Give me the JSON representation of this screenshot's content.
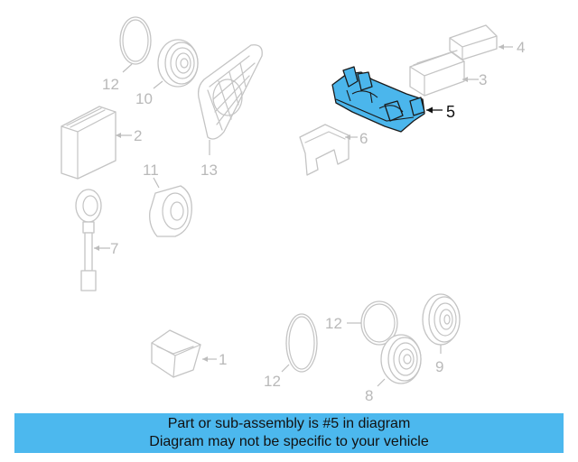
{
  "diagram": {
    "callouts": {
      "c1": "1",
      "c2": "2",
      "c3": "3",
      "c4": "4",
      "c5": "5",
      "c6": "6",
      "c7": "7",
      "c8": "8",
      "c9": "9",
      "c10": "10",
      "c11": "11",
      "c12a": "12",
      "c12b": "12",
      "c12c": "12",
      "c13": "13"
    },
    "highlighted_part": "5",
    "colors": {
      "highlight": "#4bb6ec",
      "banner": "#4cb8ee",
      "parts": "#c4c4c4"
    }
  },
  "banner": {
    "line1": "Part or sub-assembly is #5 in diagram",
    "line2": "Diagram may not be specific to your vehicle"
  }
}
